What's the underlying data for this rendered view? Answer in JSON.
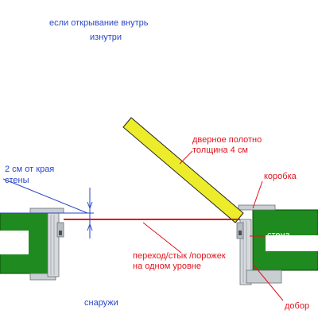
{
  "labels": {
    "title_line1": "если открывание внутрь",
    "title_line2": "изнутри",
    "outside": "снаружи",
    "edge_line1": "2 см от края",
    "edge_line2": "стены",
    "leaf_line1": "дверное полотно",
    "leaf_line2": "толщина 4 см",
    "frame": "коробка",
    "wall": "стена",
    "threshold_line1": "переход/стык /порожек",
    "threshold_line2": "на одном уровне",
    "extension": "добор"
  },
  "colors": {
    "wall_green": "#1f8a1f",
    "door_leaf_yellow": "#ecec2a",
    "annotation_red": "#e0141e",
    "annotation_blue": "#2a46c8",
    "frame_gray": "#c9ced2"
  }
}
